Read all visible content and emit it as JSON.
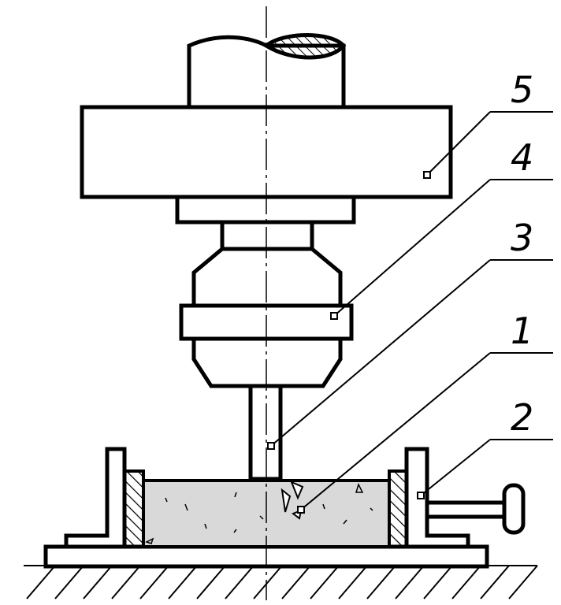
{
  "callouts": [
    {
      "id": "1",
      "text": "1"
    },
    {
      "id": "2",
      "text": "2"
    },
    {
      "id": "3",
      "text": "3"
    },
    {
      "id": "4",
      "text": "4"
    },
    {
      "id": "5",
      "text": "5"
    }
  ],
  "colors": {
    "line": "#000000",
    "workpiece_fill": "#d9d9d9",
    "background": "#ffffff"
  },
  "icons": {
    "hatch": "hatch-pattern",
    "marker": "square-dot-marker"
  }
}
